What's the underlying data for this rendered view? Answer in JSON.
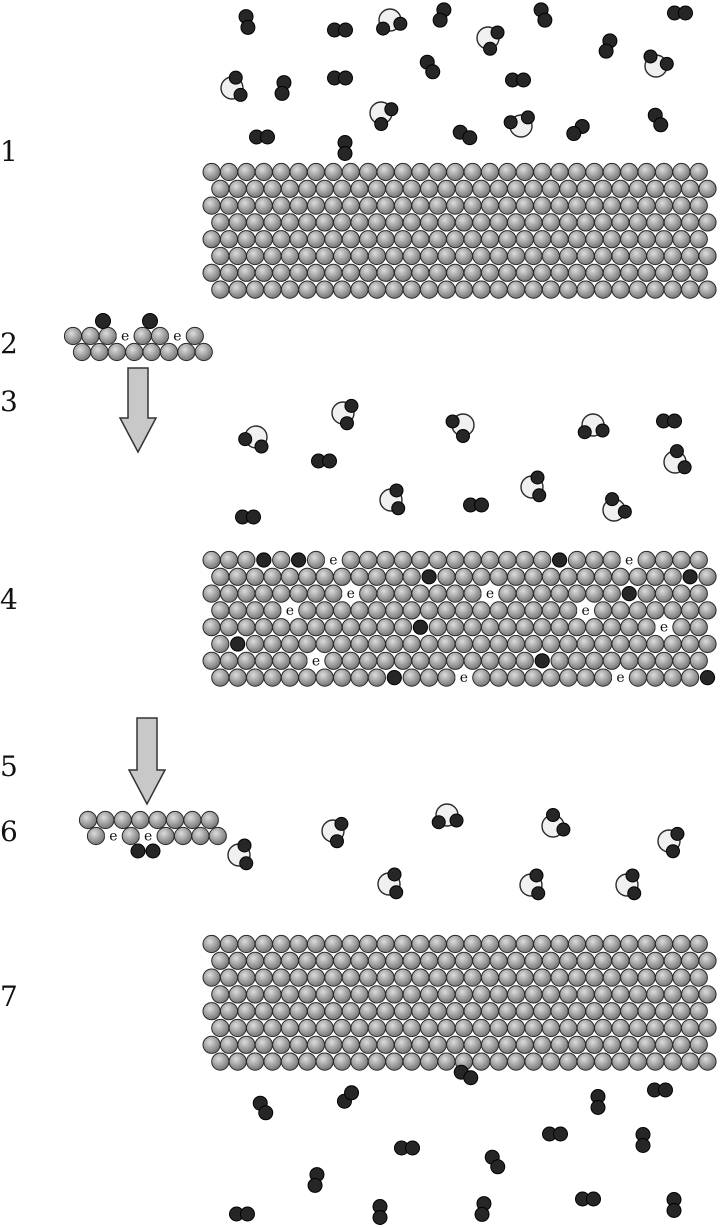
{
  "step_labels": [
    "1",
    "2",
    "3",
    "4",
    "5",
    "6",
    "7"
  ],
  "electron_symbol": "e",
  "colors": {
    "metal_atom_light": "#dcdcdc",
    "metal_atom_dark": "#6e6e6e",
    "atom_outline": "#2a2a2a",
    "gas_atom": "#262626",
    "oxygen_like_atom": "#f0f0f0",
    "arrow_fill": "#c8c8c8"
  },
  "stages": [
    {
      "step": "1",
      "membrane": "plain",
      "gas_molecules": [
        "diatomic",
        "triatomic"
      ],
      "gas_side": "above"
    },
    {
      "step": "2",
      "surface_detail": "adsorbed atoms with electrons"
    },
    {
      "step": "4",
      "membrane": "with dissolved atoms and electrons"
    },
    {
      "step": "6",
      "surface_detail": "recombining atoms with electrons"
    },
    {
      "step": "7",
      "membrane": "plain",
      "gas_side": "both"
    }
  ]
}
